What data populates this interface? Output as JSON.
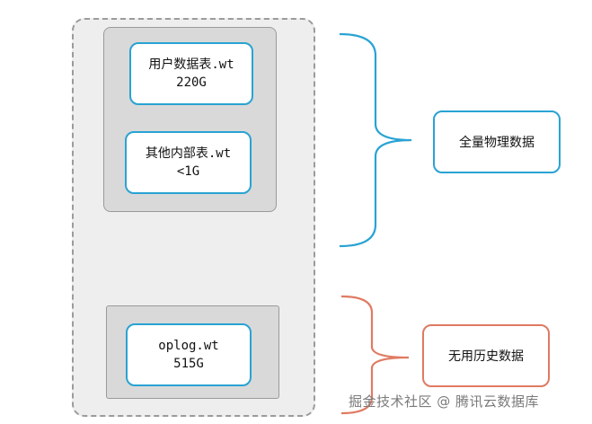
{
  "diagram": {
    "files": {
      "user_table": {
        "name": "用户数据表.wt",
        "size": "220G"
      },
      "other_tables": {
        "name": "其他内部表.wt",
        "size": "<1G"
      },
      "oplog": {
        "name": "oplog.wt",
        "size": "515G"
      }
    },
    "labels": {
      "full_physical_data": "全量物理数据",
      "useless_history_data": "无用历史数据"
    },
    "colors": {
      "blue": "#29a3d3",
      "red": "#e07a62",
      "outer_fill": "#eeeeee",
      "group_fill": "#d9d9d9"
    }
  },
  "watermark": "掘金技术社区 @ 腾讯云数据库"
}
